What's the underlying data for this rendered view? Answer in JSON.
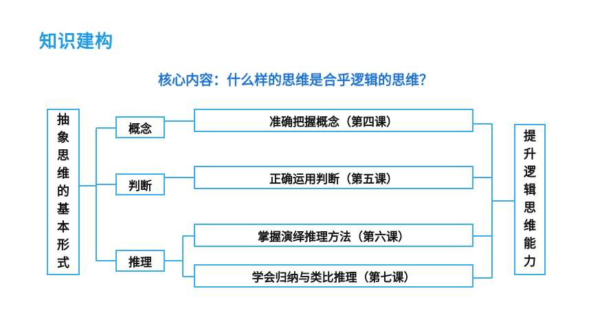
{
  "header": {
    "title": "知识建构",
    "subtitle": "核心内容：什么样的思维是合乎逻辑的思维？"
  },
  "left_box": [
    "抽",
    "象",
    "思",
    "维",
    "的",
    "基",
    "本",
    "形",
    "式"
  ],
  "right_box": [
    "提",
    "升",
    "逻",
    "辑",
    "思",
    "维",
    "能",
    "力"
  ],
  "categories": [
    {
      "label": "概念"
    },
    {
      "label": "判断"
    },
    {
      "label": "推理"
    }
  ],
  "lessons": [
    {
      "label": "准确把握概念（第四课）"
    },
    {
      "label": "正确运用判断（第五课）"
    },
    {
      "label": "掌握演绎推理方法（第六课）"
    },
    {
      "label": "学会归纳与类比推理（第七课）"
    }
  ],
  "colors": {
    "title": "#1e9be8",
    "subtitle": "#1e73d8",
    "border": "#3aaee8"
  }
}
